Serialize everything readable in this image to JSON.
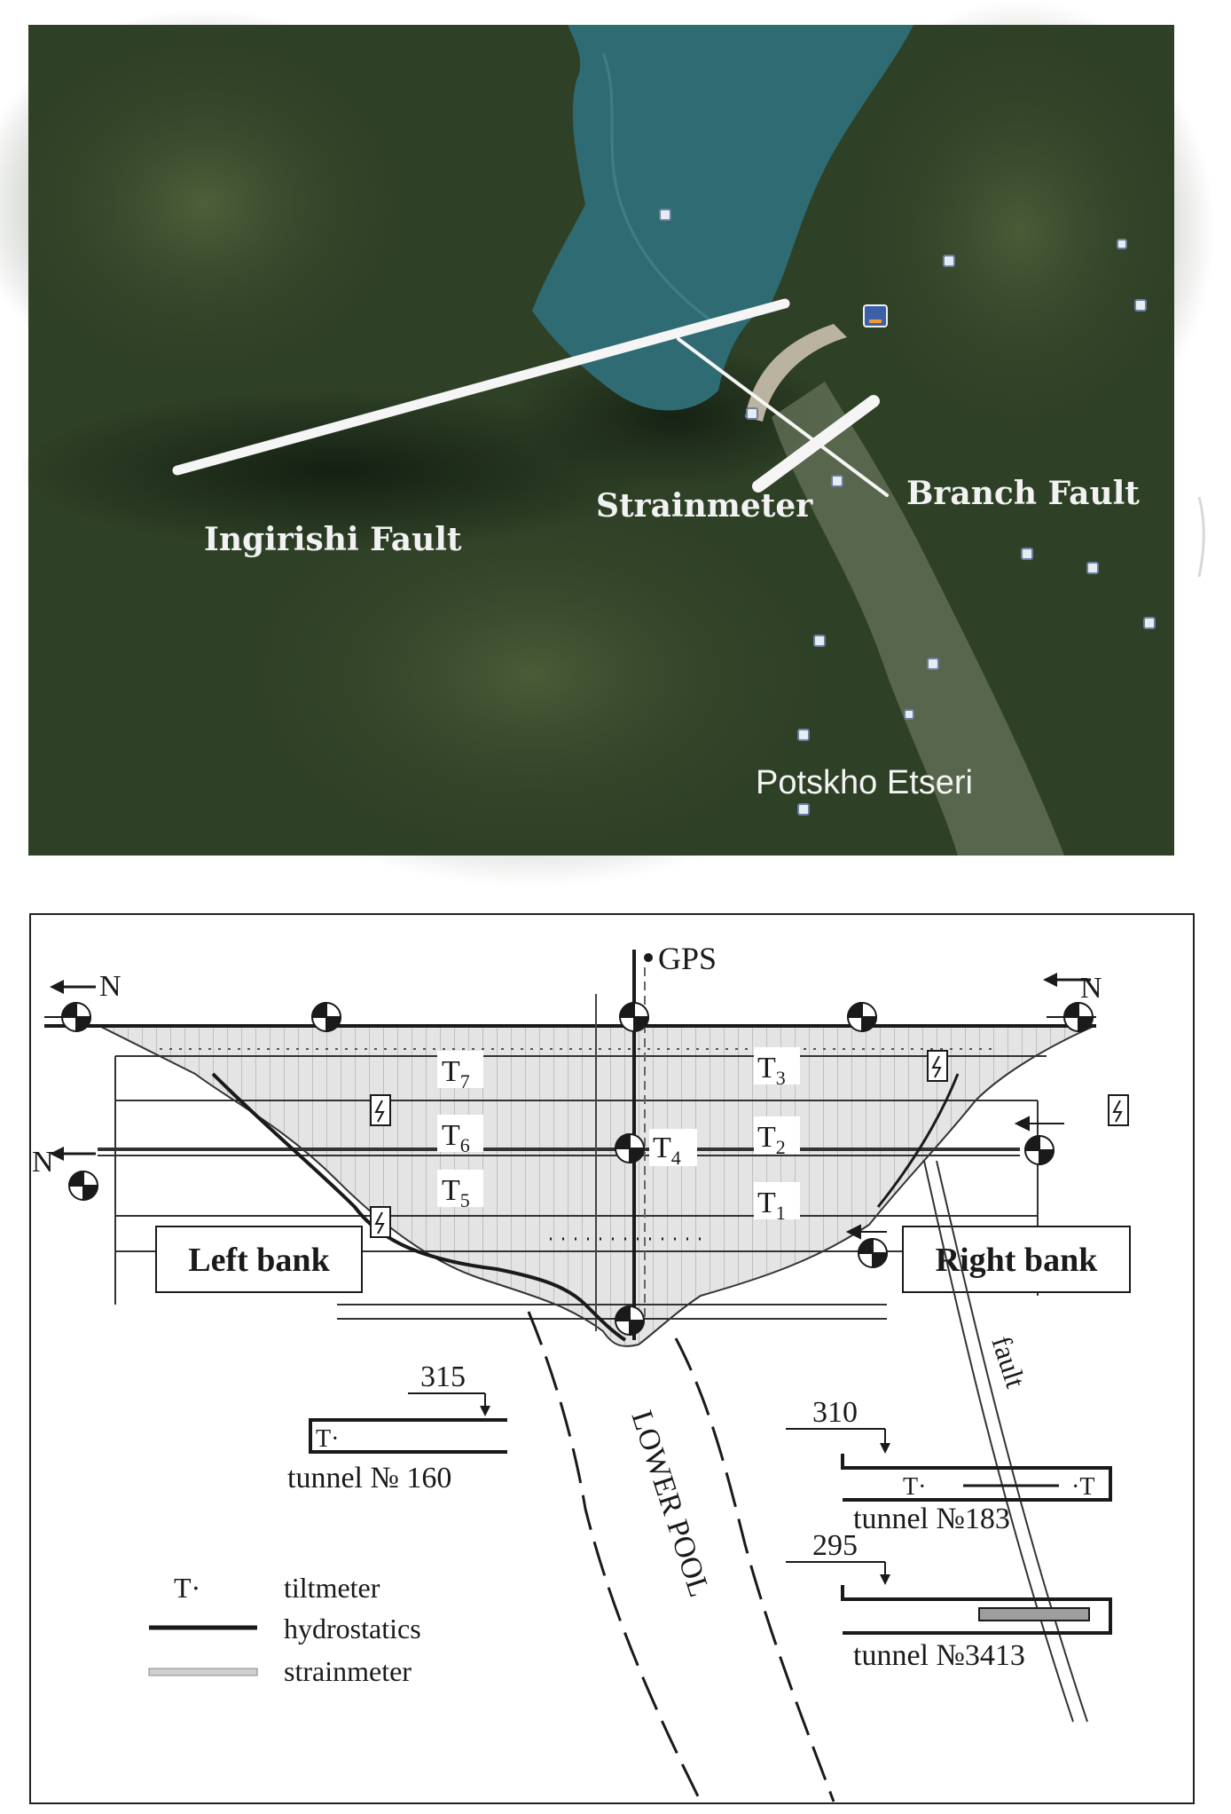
{
  "satellite": {
    "labels": {
      "ingirishi": "Ingirishi Fault",
      "strainmeter": "Strainmeter",
      "branch": "Branch Fault",
      "village": "Potskho Etseri"
    }
  },
  "scheme": {
    "gps": "GPS",
    "north_top_left": "N",
    "north_top_right": "N",
    "north_left_mid": "N",
    "tiltmeters": {
      "t7": "T7",
      "t6": "T6",
      "t5": "T5",
      "t4": "T4",
      "t3": "T3",
      "t2": "T2",
      "t1": "T1"
    },
    "left_bank": "Left bank",
    "right_bank": "Right bank",
    "lower_pool": "LOWER POOL",
    "fault": "fault",
    "tunnels": {
      "t160": {
        "elevation": "315",
        "name": "tunnel № 160",
        "marker": "T·"
      },
      "t183": {
        "elevation": "310",
        "name": "tunnel №183",
        "marker_left": "T·",
        "marker_right": "·T"
      },
      "t3413": {
        "elevation": "295",
        "name": "tunnel №3413"
      }
    },
    "legend": {
      "tiltmeter_symbol": "T·",
      "tiltmeter": "tiltmeter",
      "hydrostatics": "hydrostatics",
      "strainmeter": "strainmeter"
    }
  },
  "colors": {
    "forest_dark": "#1f2d1a",
    "forest": "#3b4f2e",
    "reservoir": "#2f6b73",
    "valley": "#6f7a62",
    "dam_shading": "#d6d6d6",
    "ink": "#1a1a1a"
  }
}
